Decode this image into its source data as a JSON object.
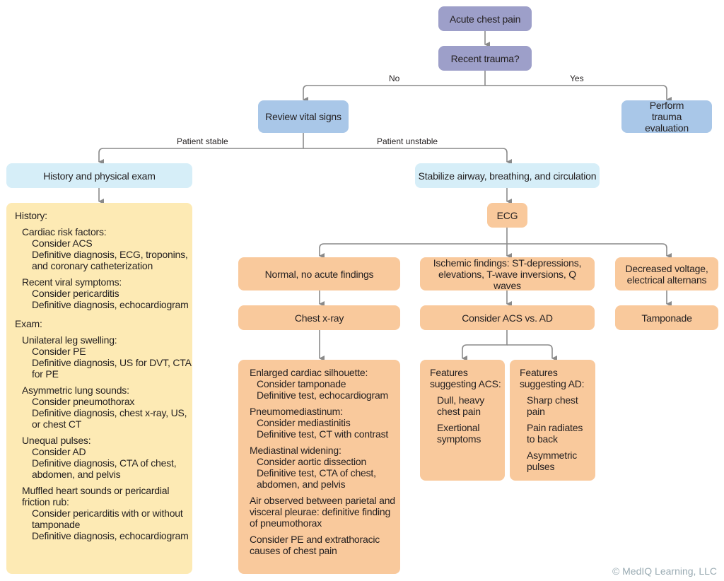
{
  "nodes": {
    "acute_chest_pain": "Acute chest pain",
    "recent_trauma": "Recent trauma?",
    "review_vital_signs": "Review vital signs",
    "perform_trauma_evaluation": "Perform trauma evaluation",
    "history_physical_exam": "History and physical exam",
    "stabilize_abc": "Stabilize airway, breathing, and circulation",
    "ecg": "ECG",
    "normal_no_acute": "Normal, no acute findings",
    "ischemic_findings": "Ischemic findings: ST-depressions, elevations, T-wave inversions, Q waves",
    "decreased_voltage": "Decreased voltage, electrical alternans",
    "chest_xray": "Chest x-ray",
    "consider_acs_ad": "Consider ACS vs. AD",
    "tamponade": "Tamponade"
  },
  "edge_labels": {
    "no": "No",
    "yes": "Yes",
    "patient_stable": "Patient stable",
    "patient_unstable": "Patient unstable"
  },
  "history_box": [
    {
      "level": 0,
      "text": "History:"
    },
    {
      "level": 1,
      "text": "Cardiac risk factors:",
      "gap": true
    },
    {
      "level": 2,
      "text": "Consider ACS"
    },
    {
      "level": 2,
      "text": "Definitive diagnosis, ECG, troponins,"
    },
    {
      "level": 2,
      "text": "and coronary catheterization"
    },
    {
      "level": 1,
      "text": "Recent viral symptoms:",
      "gap": true
    },
    {
      "level": 2,
      "text": "Consider pericarditis"
    },
    {
      "level": 2,
      "text": "Definitive diagnosis, echocardiogram"
    },
    {
      "level": 0,
      "text": "Exam:",
      "gaplg": true
    },
    {
      "level": 1,
      "text": "Unilateral leg swelling:",
      "gap": true
    },
    {
      "level": 2,
      "text": "Consider PE"
    },
    {
      "level": 2,
      "text": "Definitive diagnosis, US for DVT, CTA"
    },
    {
      "level": 2,
      "text": "for PE"
    },
    {
      "level": 1,
      "text": "Asymmetric lung sounds:",
      "gap": true
    },
    {
      "level": 2,
      "text": "Consider pneumothorax"
    },
    {
      "level": 2,
      "text": "Definitive diagnosis, chest x-ray, US,"
    },
    {
      "level": 2,
      "text": "or chest CT"
    },
    {
      "level": 1,
      "text": "Unequal pulses:",
      "gap": true
    },
    {
      "level": 2,
      "text": "Consider AD"
    },
    {
      "level": 2,
      "text": "Definitive diagnosis, CTA of chest,"
    },
    {
      "level": 2,
      "text": "abdomen, and pelvis"
    },
    {
      "level": 1,
      "text": "Muffled heart sounds or pericardial",
      "gap": true
    },
    {
      "level": 1,
      "text": "friction rub:"
    },
    {
      "level": 2,
      "text": "Consider pericarditis with or without"
    },
    {
      "level": 2,
      "text": "tamponade"
    },
    {
      "level": 2,
      "text": "Definitive diagnosis, echocardiogram"
    }
  ],
  "xray_box": [
    {
      "level": 0,
      "text": "Enlarged cardiac silhouette:"
    },
    {
      "level": 1,
      "text": "Consider tamponade"
    },
    {
      "level": 1,
      "text": "Definitive test, echocardiogram"
    },
    {
      "level": 0,
      "text": "Pneumomediastinum:",
      "gap": true
    },
    {
      "level": 1,
      "text": "Consider mediastinitis"
    },
    {
      "level": 1,
      "text": "Definitive test, CT with contrast"
    },
    {
      "level": 0,
      "text": "Mediastinal widening:",
      "gap": true
    },
    {
      "level": 1,
      "text": "Consider aortic dissection"
    },
    {
      "level": 1,
      "text": "Definitive test, CTA of chest,"
    },
    {
      "level": 1,
      "text": "abdomen, and pelvis"
    },
    {
      "level": 0,
      "text": "Air observed between parietal and",
      "gap": true
    },
    {
      "level": 0,
      "text": "visceral pleurae: definitive finding"
    },
    {
      "level": 0,
      "text": "of pneumothorax"
    },
    {
      "level": 0,
      "text": "Consider PE and extrathoracic",
      "gap": true
    },
    {
      "level": 0,
      "text": "causes of chest pain"
    }
  ],
  "acs_box": [
    {
      "level": 0,
      "text": "Features"
    },
    {
      "level": 0,
      "text": "suggesting ACS:"
    },
    {
      "level": 1,
      "text": "Dull, heavy",
      "gap": true
    },
    {
      "level": 1,
      "text": "chest pain"
    },
    {
      "level": 1,
      "text": "Exertional",
      "gap": true
    },
    {
      "level": 1,
      "text": "symptoms"
    }
  ],
  "ad_box": [
    {
      "level": 0,
      "text": "Features"
    },
    {
      "level": 0,
      "text": "suggesting AD:"
    },
    {
      "level": 1,
      "text": "Sharp chest",
      "gap": true
    },
    {
      "level": 1,
      "text": "pain"
    },
    {
      "level": 1,
      "text": "Pain radiates",
      "gap": true
    },
    {
      "level": 1,
      "text": "to back"
    },
    {
      "level": 1,
      "text": "Asymmetric",
      "gap": true
    },
    {
      "level": 1,
      "text": "pulses"
    }
  ],
  "colors": {
    "purple": "#9d9fc9",
    "blue": "#a9c7e8",
    "light_blue": "#d6eef8",
    "orange": "#f9c99c",
    "yellow": "#fdeab4",
    "connector": "#8a8a8a"
  },
  "copyright": "© MedIQ Learning, LLC"
}
